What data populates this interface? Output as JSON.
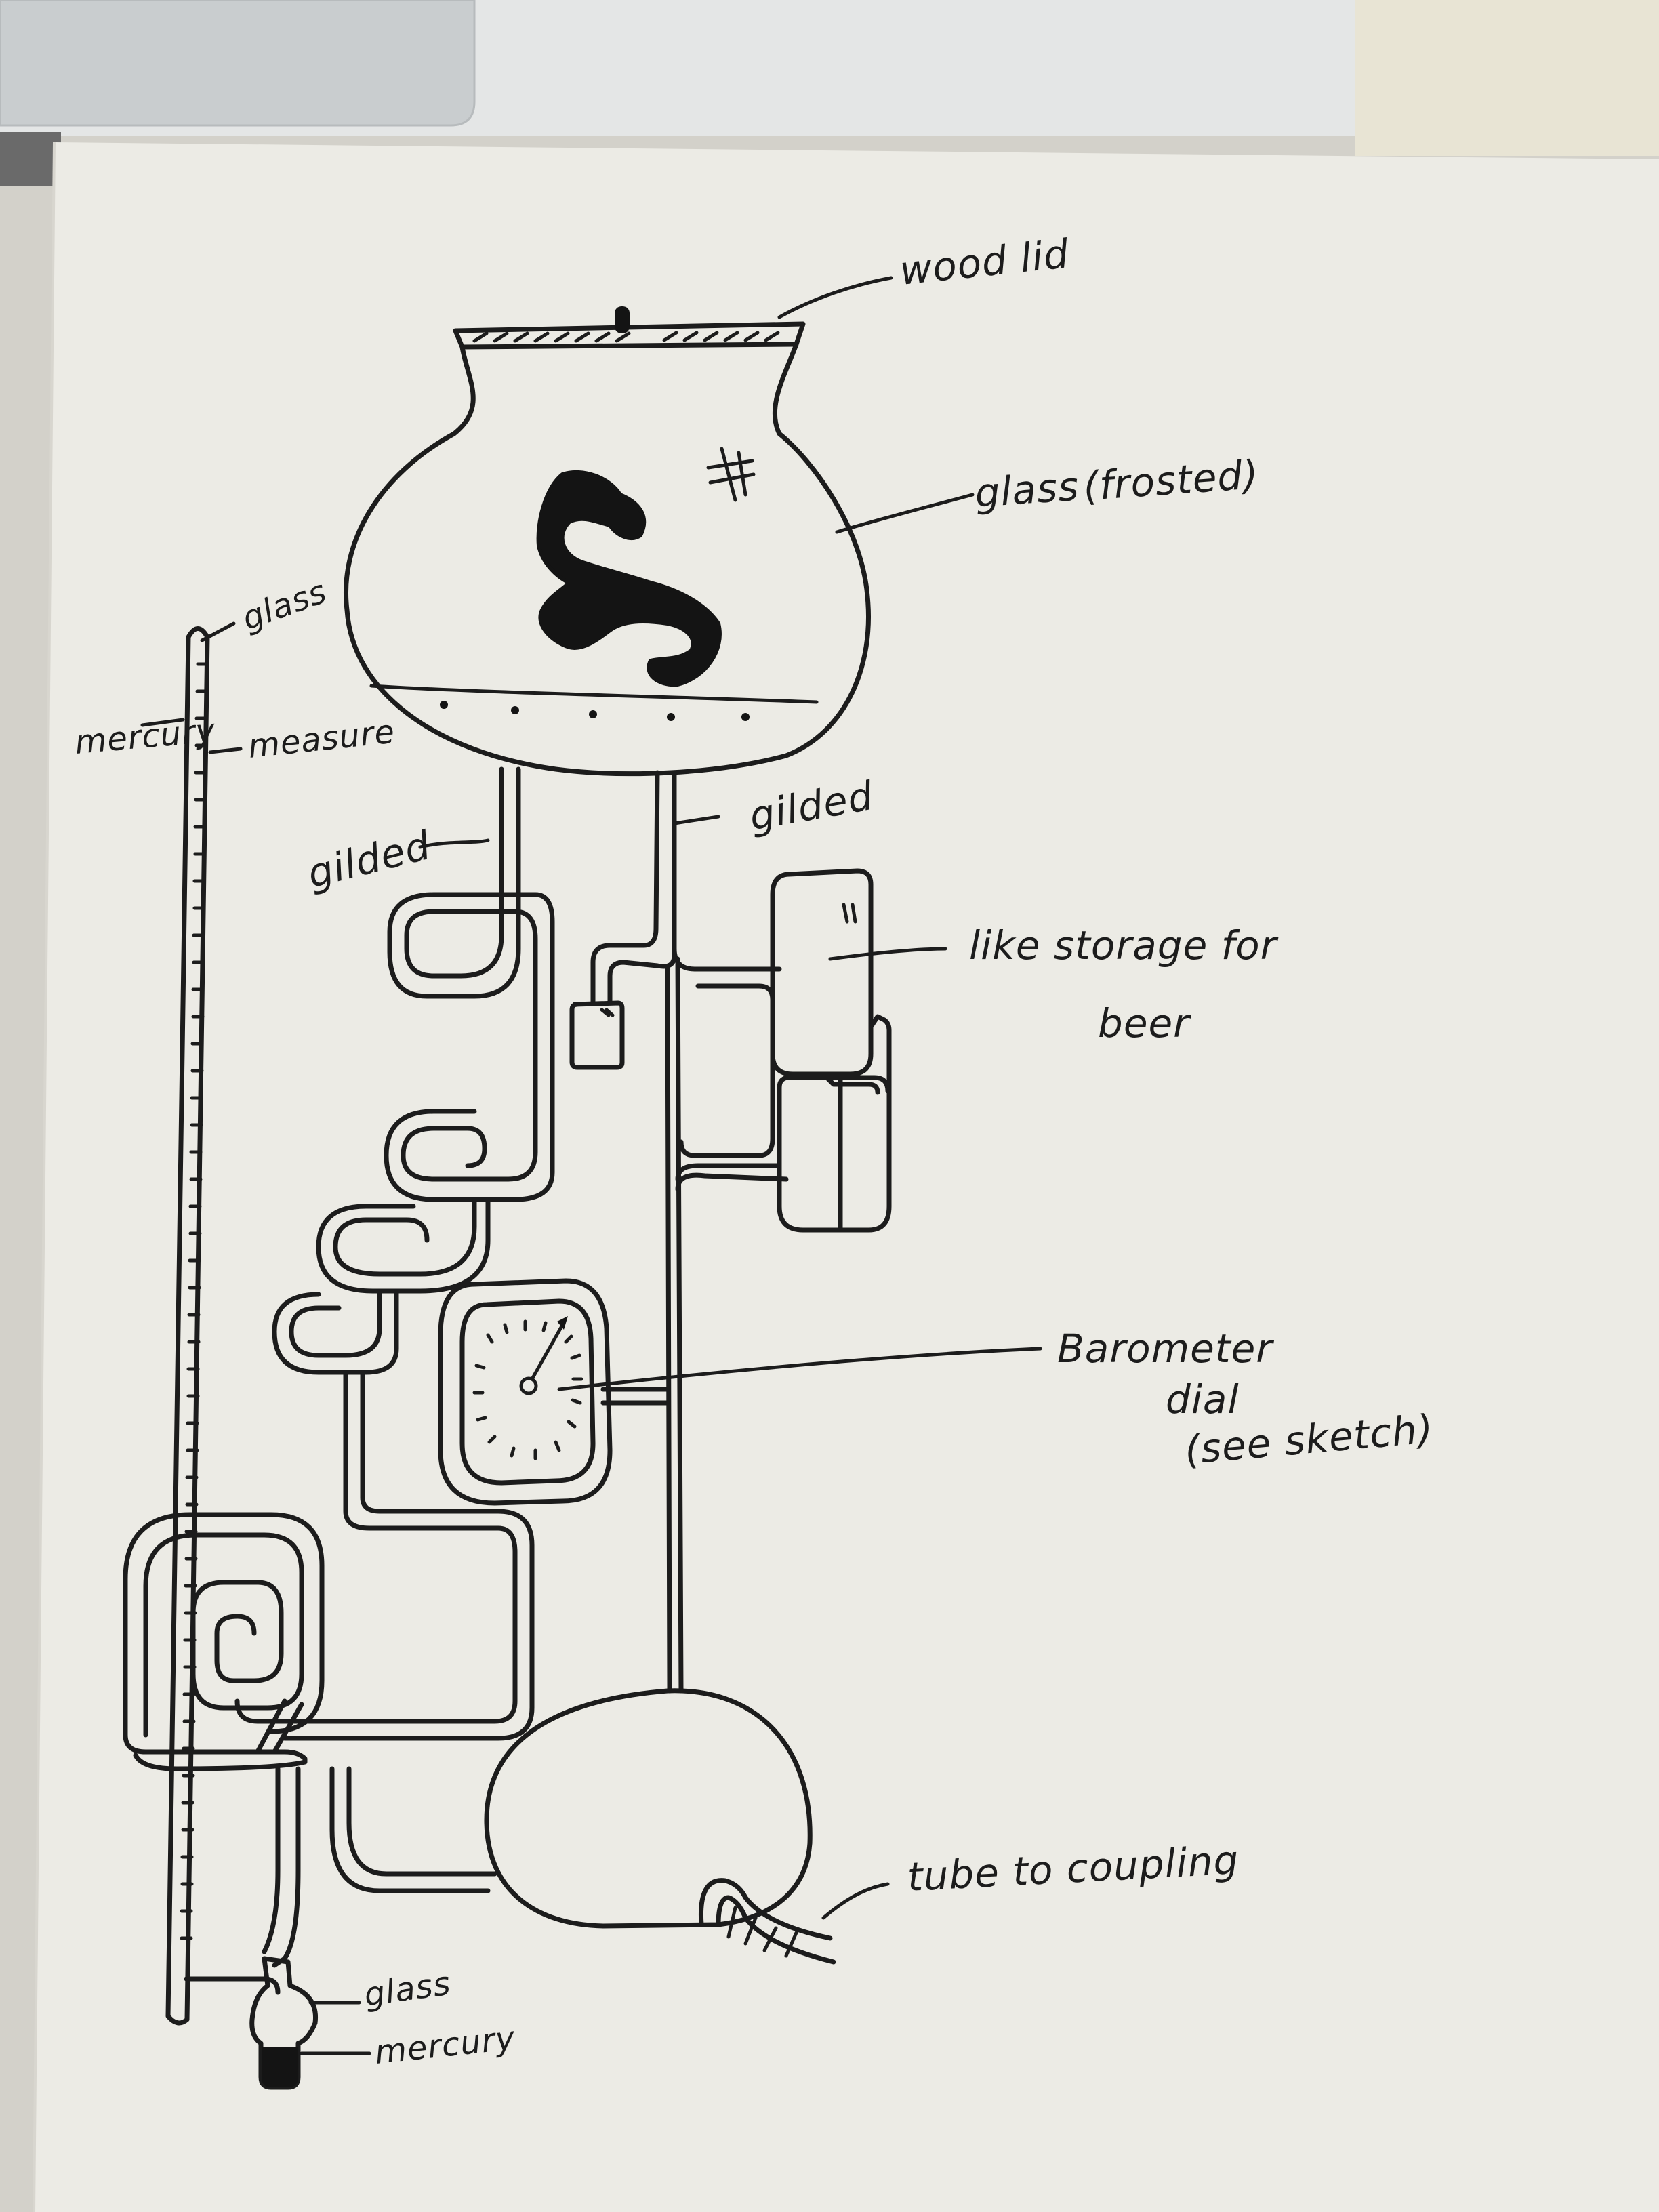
{
  "labels": {
    "wood_lid": "wood lid",
    "glass_frosted_a": "glass",
    "glass_frosted_b": "(frosted)",
    "glass_tube": "glass",
    "mercury_tube": "mercury",
    "measure": "measure",
    "gilded_left": "gilded",
    "gilded_right": "gilded",
    "storage_line1": "like storage for",
    "storage_line2": "beer",
    "barometer_line1": "Barometer",
    "barometer_line2": "dial",
    "barometer_line3": "(see sketch)",
    "tube_to_coupling": "tube to coupling",
    "glass_bulb": "glass",
    "mercury_bulb": "mercury"
  },
  "colors": {
    "paper": "#ecebe5",
    "ink": "#1c1c1c",
    "backdrop": "#cfcdc6"
  },
  "icons": {
    "emblem": "serpent-s-emblem",
    "symbol": "hash-symbol-icon"
  }
}
